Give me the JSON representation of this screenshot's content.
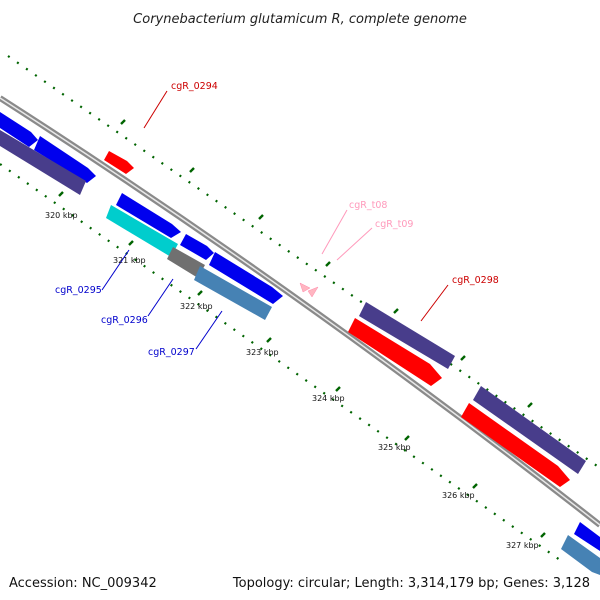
{
  "title": "Corynebacterium glutamicum R, complete genome",
  "footer": {
    "accession": "Accession: NC_009342",
    "summary": "Topology: circular; Length: 3,314,179 bp; Genes: 3,128"
  },
  "ticks": [
    "320 kbp",
    "321 kbp",
    "322 kbp",
    "323 kbp",
    "324 kbp",
    "325 kbp",
    "326 kbp",
    "327 kbp"
  ],
  "labels": {
    "cgR_0294": "cgR_0294",
    "cgR_0295": "cgR_0295",
    "cgR_0296": "cgR_0296",
    "cgR_0297": "cgR_0297",
    "cgR_0298": "cgR_0298",
    "cgR_t08": "cgR_t08",
    "cgR_t09": "cgR_t09"
  },
  "colors": {
    "backbone": "#8a8a8a",
    "cds_blue": "#0000ee",
    "cds_red": "#ff0000",
    "cds_purple": "#483d8b",
    "cds_cyan": "#00cdcd",
    "cds_steel": "#4682b4",
    "cds_gray": "#707070",
    "trna_pink": "#ffb6c1",
    "tick_green": "#006400",
    "label_red": "#cc0000",
    "label_blue": "#0000cc",
    "label_pink": "#ff99bb"
  }
}
